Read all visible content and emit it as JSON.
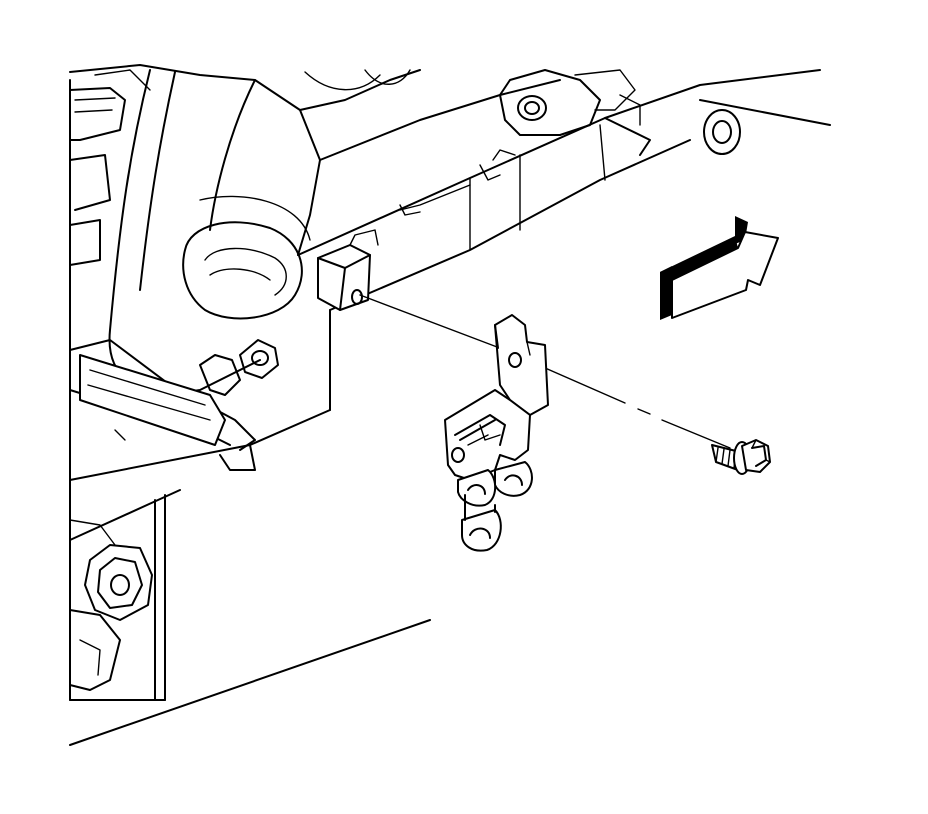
{
  "figure": {
    "components": [
      {
        "name": "steering-column-housing"
      },
      {
        "name": "mounting-bracket"
      },
      {
        "name": "retaining-bolt"
      },
      {
        "name": "direction-arrow"
      }
    ],
    "colors": {
      "line": "#000000",
      "background": "#ffffff",
      "arrow_fill": "#000000"
    },
    "icons": [
      "direction-arrow-icon"
    ]
  }
}
